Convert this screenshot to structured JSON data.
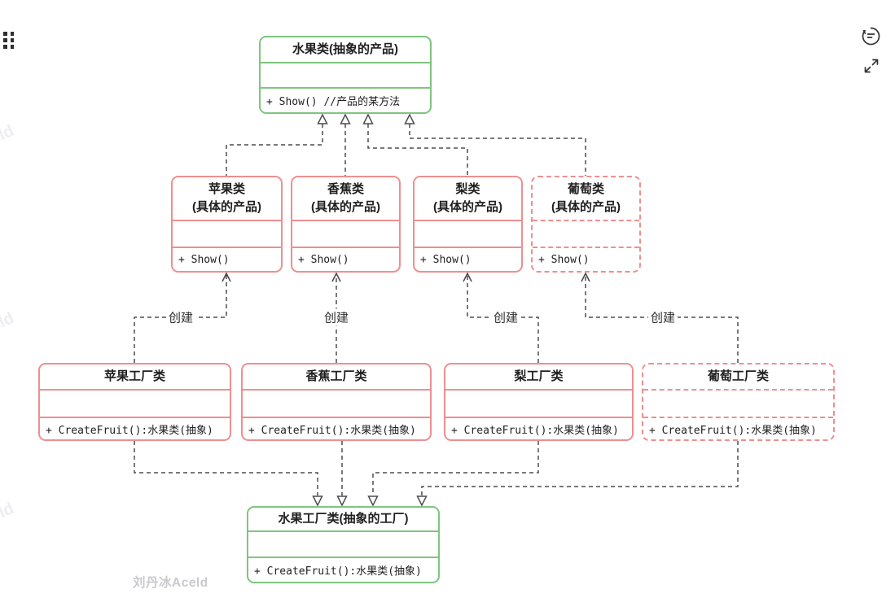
{
  "page": {
    "background": "#ffffff"
  },
  "colors": {
    "abstract_border": "#7ec57e",
    "concrete_border": "#ee8f8f",
    "connector": "#4d4d4d",
    "text": "#1f1f1f",
    "watermark_main": "#c9c9ce",
    "watermark_faint": "#ededf1"
  },
  "toolbar": {
    "drag_handle_icon": "drag-dots-icon",
    "comment_icon": "speech-bubble-icon",
    "expand_icon": "expand-arrows-icon"
  },
  "watermarks": {
    "main": "刘丹冰Aceld",
    "edge_fragment": "Aceld"
  },
  "diagram": {
    "classes": [
      {
        "id": "fruit-abstract",
        "name": "水果类(抽象的产品)",
        "attributes": "",
        "method": "+ Show() //产品的某方法",
        "color": "green",
        "border": "solid"
      },
      {
        "id": "apple",
        "name": "苹果类",
        "stereotype": "(具体的产品)",
        "attributes": "",
        "method": "+ Show()",
        "color": "red",
        "border": "solid"
      },
      {
        "id": "banana",
        "name": "香蕉类",
        "stereotype": "(具体的产品)",
        "attributes": "",
        "method": "+ Show()",
        "color": "red",
        "border": "solid"
      },
      {
        "id": "pear",
        "name": "梨类",
        "stereotype": "(具体的产品)",
        "attributes": "",
        "method": "+ Show()",
        "color": "red",
        "border": "solid"
      },
      {
        "id": "grape",
        "name": "葡萄类",
        "stereotype": "(具体的产品)",
        "attributes": "",
        "method": "+ Show()",
        "color": "red",
        "border": "dashed"
      },
      {
        "id": "apple-factory",
        "name": "苹果工厂类",
        "attributes": "",
        "method": "+ CreateFruit():水果类(抽象)",
        "color": "red",
        "border": "solid"
      },
      {
        "id": "banana-factory",
        "name": "香蕉工厂类",
        "attributes": "",
        "method": "+ CreateFruit():水果类(抽象)",
        "color": "red",
        "border": "solid"
      },
      {
        "id": "pear-factory",
        "name": "梨工厂类",
        "attributes": "",
        "method": "+ CreateFruit():水果类(抽象)",
        "color": "red",
        "border": "solid"
      },
      {
        "id": "grape-factory",
        "name": "葡萄工厂类",
        "attributes": "",
        "method": "+ CreateFruit():水果类(抽象)",
        "color": "red",
        "border": "dashed"
      },
      {
        "id": "fruit-factory-abstract",
        "name": "水果工厂类(抽象的工厂)",
        "attributes": "",
        "method": "+ CreateFruit():水果类(抽象)",
        "color": "green",
        "border": "solid"
      }
    ],
    "edges": [
      {
        "from": "apple",
        "to": "fruit-abstract",
        "type": "realization-dashed-hollow-triangle",
        "label": ""
      },
      {
        "from": "banana",
        "to": "fruit-abstract",
        "type": "realization-dashed-hollow-triangle",
        "label": ""
      },
      {
        "from": "pear",
        "to": "fruit-abstract",
        "type": "realization-dashed-hollow-triangle",
        "label": ""
      },
      {
        "from": "grape",
        "to": "fruit-abstract",
        "type": "realization-dashed-hollow-triangle",
        "label": ""
      },
      {
        "from": "apple-factory",
        "to": "apple",
        "type": "dependency-dashed-open-arrow",
        "label": "创建"
      },
      {
        "from": "banana-factory",
        "to": "banana",
        "type": "dependency-dashed-open-arrow",
        "label": "创建"
      },
      {
        "from": "pear-factory",
        "to": "pear",
        "type": "dependency-dashed-open-arrow",
        "label": "创建"
      },
      {
        "from": "grape-factory",
        "to": "grape",
        "type": "dependency-dashed-open-arrow",
        "label": "创建"
      },
      {
        "from": "apple-factory",
        "to": "fruit-factory-abstract",
        "type": "realization-dashed-hollow-triangle",
        "label": ""
      },
      {
        "from": "banana-factory",
        "to": "fruit-factory-abstract",
        "type": "realization-dashed-hollow-triangle",
        "label": ""
      },
      {
        "from": "pear-factory",
        "to": "fruit-factory-abstract",
        "type": "realization-dashed-hollow-triangle",
        "label": ""
      },
      {
        "from": "grape-factory",
        "to": "fruit-factory-abstract",
        "type": "realization-dashed-hollow-triangle",
        "label": ""
      }
    ]
  }
}
